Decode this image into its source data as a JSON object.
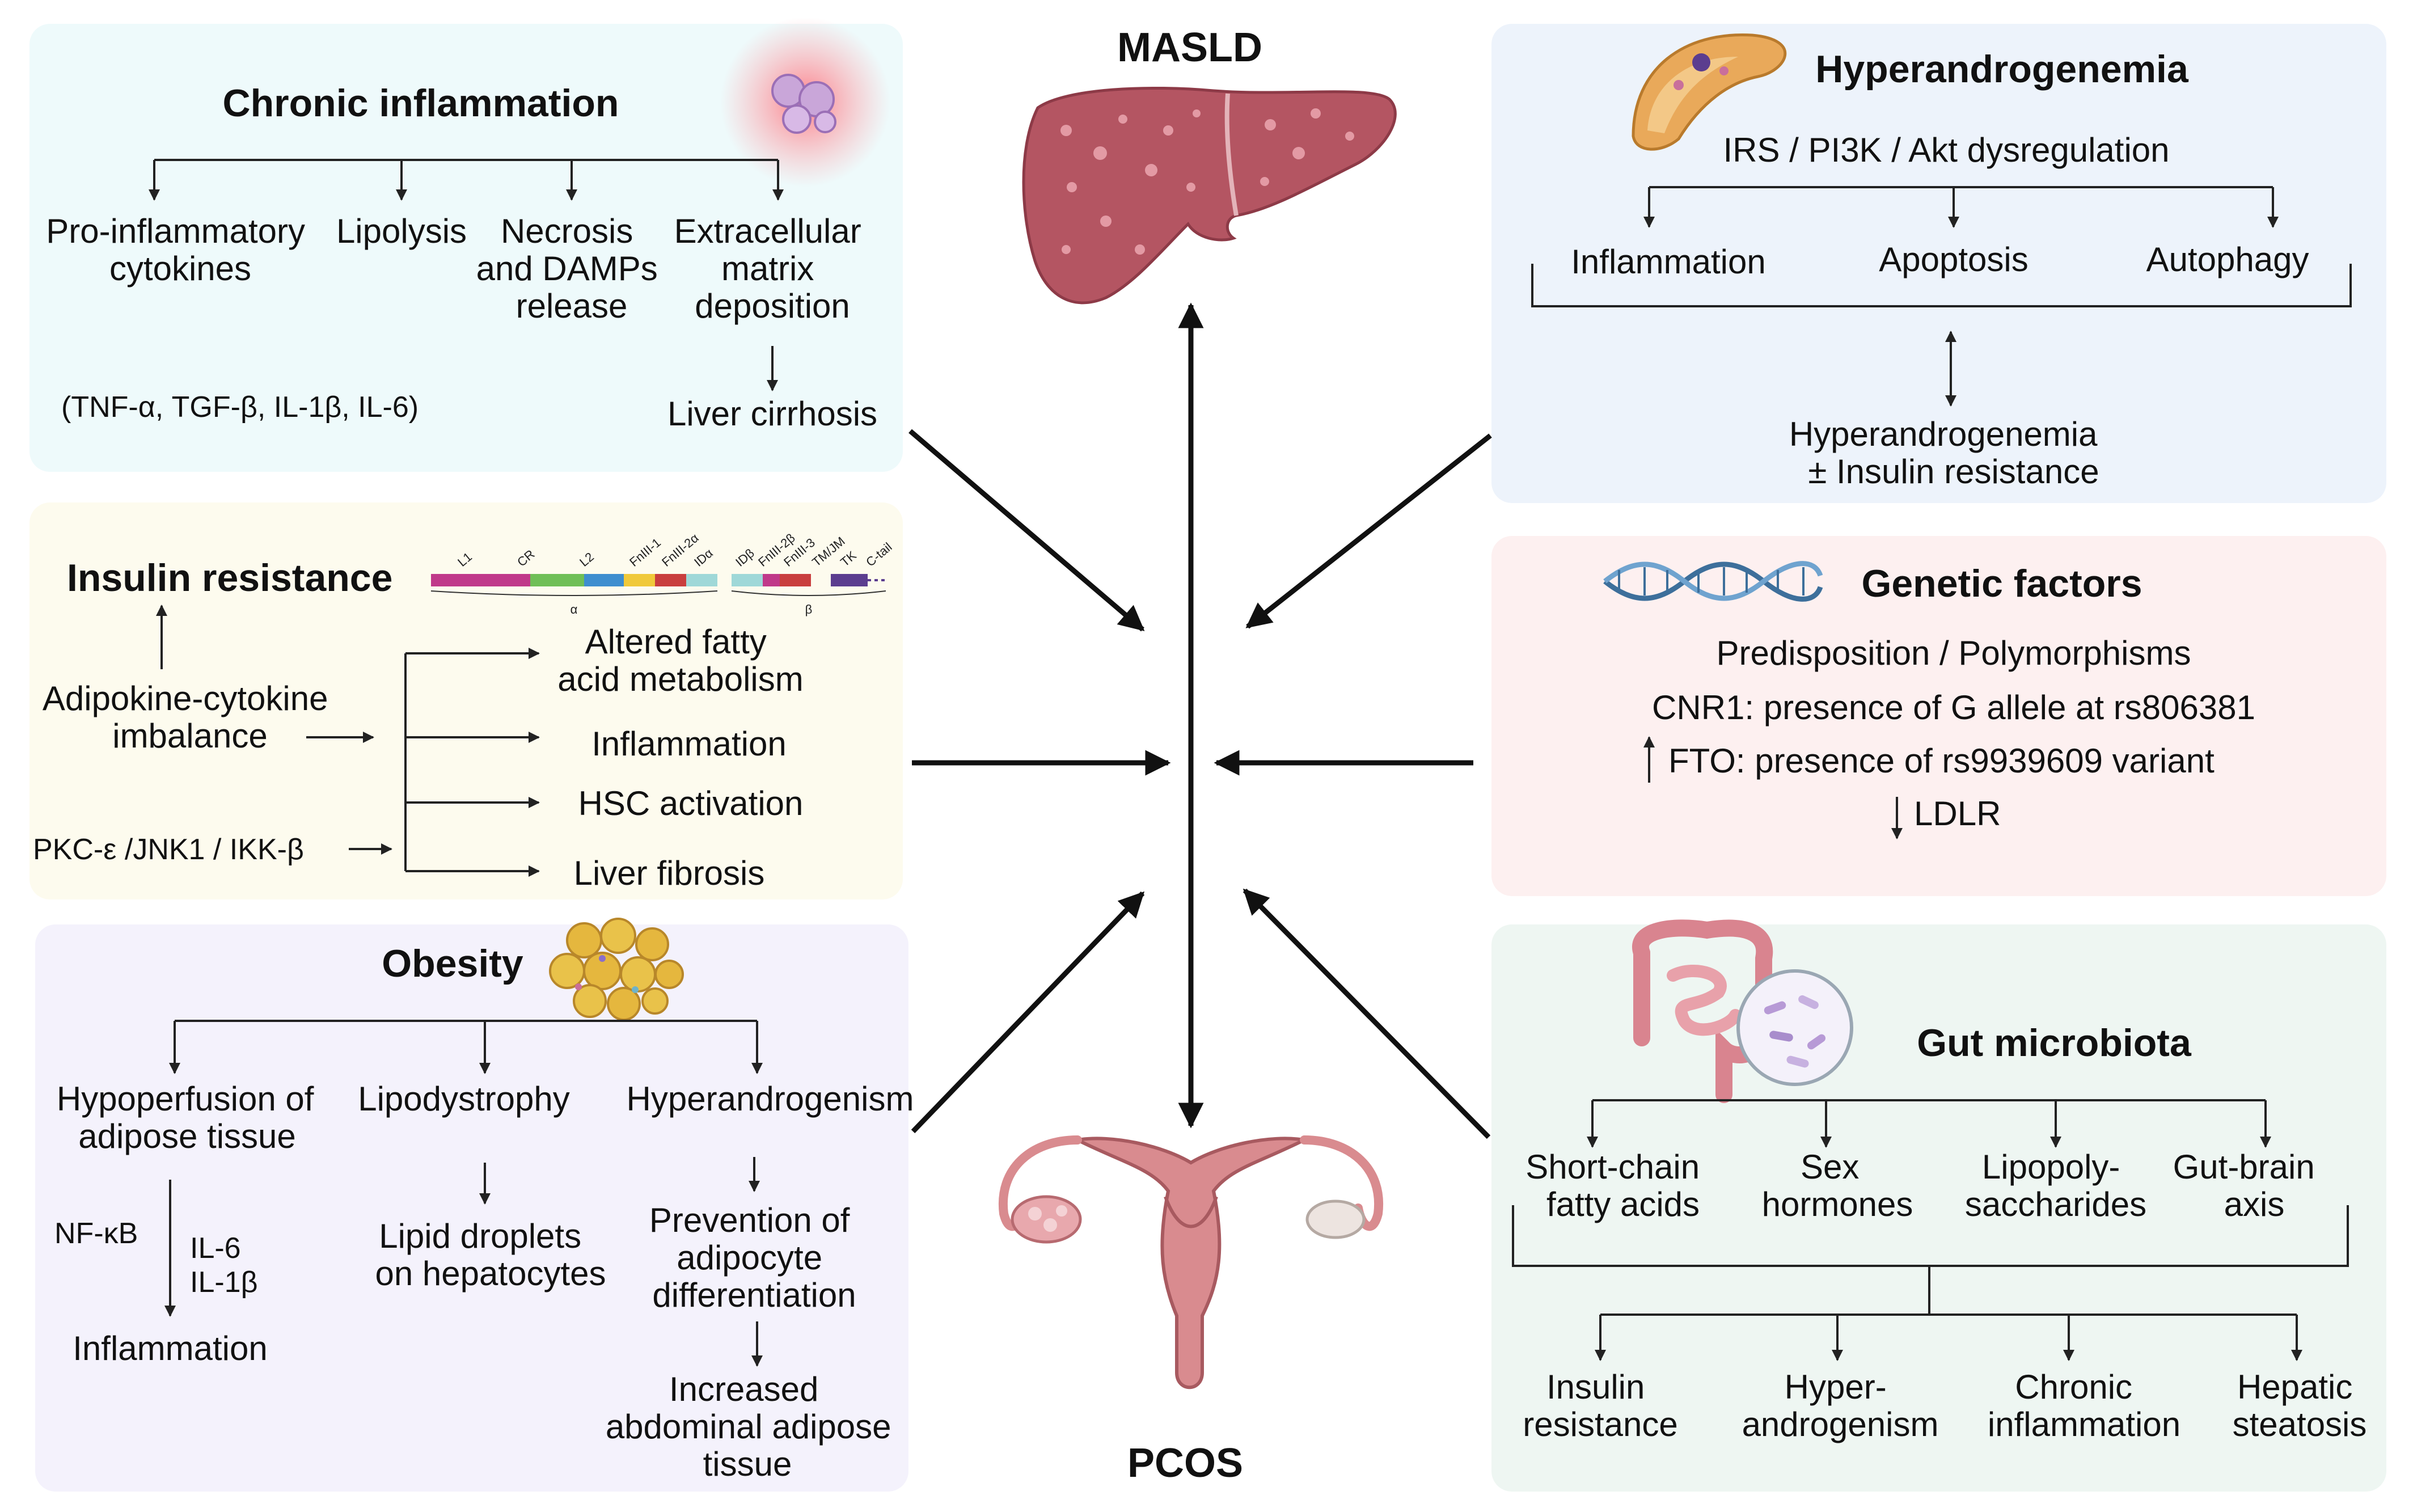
{
  "center": {
    "top": "MASLD",
    "bottom": "PCOS"
  },
  "inflammation": {
    "title": "Chronic inflammation",
    "items": [
      [
        "Pro-inflammatory",
        "cytokines"
      ],
      [
        "Lipolysis"
      ],
      [
        "Necrosis",
        "and DAMPs",
        "release"
      ],
      [
        "Extracellular",
        "matrix",
        "deposition"
      ]
    ],
    "cytokines": "(TNF-α, TGF-β, IL-1β, IL-6)",
    "outcome": "Liver cirrhosis"
  },
  "insulin": {
    "title": "Insulin resistance",
    "receptor_domains": [
      "L1",
      "CR",
      "L2",
      "FnIII-1",
      "FnIII-2α",
      "IDα",
      "IDβ",
      "FnIII-2β",
      "FnIII-3",
      "TM/JM",
      "TK",
      "C-tail"
    ],
    "receptor_chains": [
      "α",
      "β"
    ],
    "imbalance": [
      "Adipokine-cytokine",
      "imbalance"
    ],
    "kinases": "PKC-ε /JNK1 / IKK-β",
    "effects": [
      [
        "Altered fatty",
        "acid metabolism"
      ],
      [
        "Inflammation"
      ],
      [
        "HSC activation"
      ],
      [
        "Liver fibrosis"
      ]
    ]
  },
  "obesity": {
    "title": "Obesity",
    "items": [
      [
        "Hypoperfusion of",
        "adipose tissue"
      ],
      [
        "Lipodystrophy"
      ],
      [
        "Hyperandrogenism"
      ]
    ],
    "nfkb": "NF-κB",
    "interleukins": [
      "IL-6",
      "IL-1β"
    ],
    "inflammation": "Inflammation",
    "lipid": [
      "Lipid droplets",
      "on hepatocytes"
    ],
    "prevention": [
      "Prevention of",
      "adipocyte",
      "differentiation"
    ],
    "increased": [
      "Increased",
      "abdominal adipose",
      "tissue"
    ]
  },
  "hyperandrogenemia": {
    "title": "Hyperandrogenemia",
    "pathway": "IRS / PI3K / Akt dysregulation",
    "items": [
      "Inflammation",
      "Apoptosis",
      "Autophagy"
    ],
    "outcome": [
      "Hyperandrogenemia",
      "± Insulin resistance"
    ]
  },
  "genetic": {
    "title": "Genetic factors",
    "lines": [
      "Predisposition / Polymorphisms",
      "CNR1: presence of G allele at rs806381",
      "FTO: presence of rs9939609 variant",
      "LDLR"
    ]
  },
  "gut": {
    "title": "Gut microbiota",
    "items": [
      [
        "Short-chain",
        "fatty acids"
      ],
      [
        "Sex",
        "hormones"
      ],
      [
        "Lipopoly-",
        "saccharides"
      ],
      [
        "Gut-brain",
        "axis"
      ]
    ],
    "outcomes": [
      [
        "Insulin",
        "resistance"
      ],
      [
        "Hyper-",
        "androgenism"
      ],
      [
        "Chronic",
        "inflammation"
      ],
      [
        "Hepatic",
        "steatosis"
      ]
    ]
  },
  "colors": {
    "inflammation_panel": "#eefafb",
    "insulin_panel": "#fdfbee",
    "obesity_panel": "#f4f2fc",
    "hyperandrogenemia_panel": "#edf3fb",
    "genetic_panel": "#fdf0f0",
    "gut_panel": "#eef6f2",
    "liver": "#b45562",
    "uterus": "#d98b8f",
    "dna": "#3d6f9b"
  }
}
